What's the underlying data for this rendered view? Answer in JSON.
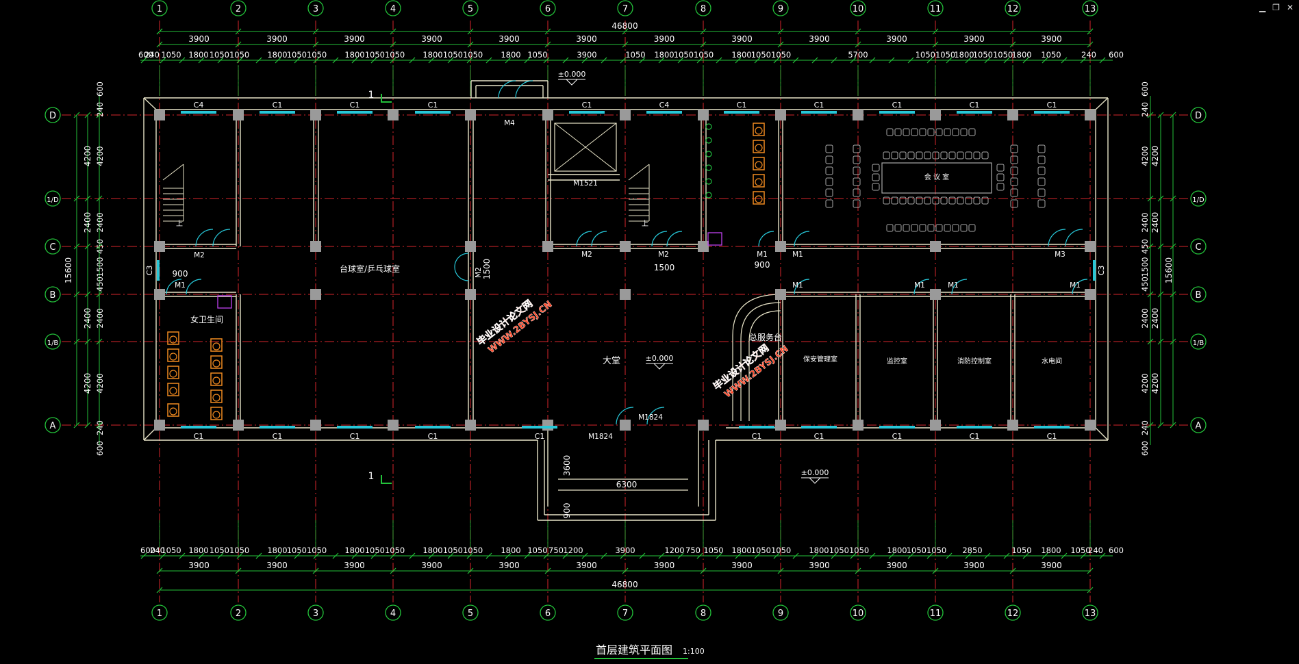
{
  "window": {
    "minimize_icon": "minimize-icon",
    "restore_icon": "restore-icon",
    "close_icon": "close-icon",
    "minimize": "▁",
    "restore": "❐",
    "close": "✕"
  },
  "colors": {
    "axis": "#d7262c",
    "bubble": "#23c23a",
    "dim": "#23c23a",
    "wall": "#e8e4c8",
    "column": "#9a9a9a",
    "window": "#27c7d8",
    "door": "#27c7d8",
    "fixture": "#f08a20",
    "text": "#ffffff",
    "title": "#ffffff",
    "purple": "#c040f0",
    "watermark": "#ff4422"
  },
  "axes": {
    "vertical": [
      "1",
      "2",
      "3",
      "4",
      "5",
      "6",
      "7",
      "8",
      "9",
      "10",
      "11",
      "12",
      "13"
    ],
    "horizontal_left": [
      "D",
      "1/D",
      "C",
      "B",
      "1/B",
      "A"
    ],
    "horizontal_right": [
      "D",
      "1/D",
      "C",
      "B",
      "1/B",
      "A"
    ]
  },
  "dims": {
    "total": "46800",
    "bays_top": [
      "3900",
      "3900",
      "3900",
      "3900",
      "3900",
      "3900",
      "3900",
      "3900",
      "3900",
      "3900",
      "3900",
      "3900"
    ],
    "top_detail": [
      "600",
      "240",
      "1050",
      "1800",
      "10501050",
      "1800",
      "10501050",
      "1800",
      "10501050",
      "1800",
      "10501050",
      "1800",
      "1050",
      "3900",
      "1050",
      "1800",
      "10501050",
      "1800",
      "10501050",
      "5700",
      "10501050",
      "1800",
      "10501050",
      "1800",
      "1050",
      "600",
      "240"
    ],
    "bays_bottom": [
      "3900",
      "3900",
      "3900",
      "3900",
      "3900",
      "3900",
      "3900",
      "3900",
      "3900",
      "3900",
      "3900",
      "3900"
    ],
    "bottom_detail": [
      "240",
      "600",
      "1050",
      "1800",
      "10501050",
      "1800",
      "10501050",
      "1800",
      "10501050",
      "1800",
      "10501050",
      "1800",
      "1050",
      "750",
      "1200",
      "3900",
      "1200",
      "750",
      "1050",
      "1800",
      "10501050",
      "1800",
      "10501050",
      "1800",
      "10501050",
      "2850",
      "1050",
      "1800",
      "1050",
      "600",
      "240"
    ],
    "left_outer": [
      "600",
      "240",
      "4200",
      "2400",
      "450",
      "1500",
      "450",
      "2400",
      "4200",
      "240",
      "600"
    ],
    "left_inner": [
      "4200",
      "2400",
      "2400",
      "4200"
    ],
    "left_total": "15600",
    "right_inner": [
      "600",
      "240",
      "4200",
      "2400",
      "450",
      "1500",
      "450",
      "2400",
      "4200",
      "240",
      "600"
    ],
    "right_total": "15600",
    "inner": [
      "900",
      "1500",
      "1500",
      "900",
      "3600",
      "6300",
      "900"
    ]
  },
  "labels": {
    "rooms": {
      "pingpong": "台球室/乒乓球室",
      "ladies": "女卫生间",
      "hall": "大堂",
      "meeting": "会 议 室",
      "service": "总服务台",
      "security": "保安管理室",
      "monitor": "监控室",
      "fire": "消防控制室",
      "water": "水电间"
    },
    "elev": "±0.000",
    "section": "1",
    "up": "上",
    "doors": [
      "M2",
      "M4",
      "M1521",
      "M2",
      "M2",
      "M1",
      "M1",
      "M1",
      "M1",
      "M1",
      "M1",
      "M3",
      "M1824",
      "M1824",
      "M2",
      "M1"
    ],
    "windows": [
      "C4",
      "C1",
      "C1",
      "C1",
      "C1",
      "C4",
      "C1",
      "C1",
      "C1",
      "C1",
      "C1",
      "C1",
      "C1",
      "C1",
      "C1",
      "C1",
      "C1",
      "C1",
      "C1",
      "C1",
      "C1",
      "C3",
      "C3"
    ]
  },
  "watermark": {
    "line1": "毕业设计论文网",
    "line2": "WWW.2BYSJ.CN"
  },
  "title": {
    "main": "首层建筑平面图",
    "scale": "1:100"
  }
}
